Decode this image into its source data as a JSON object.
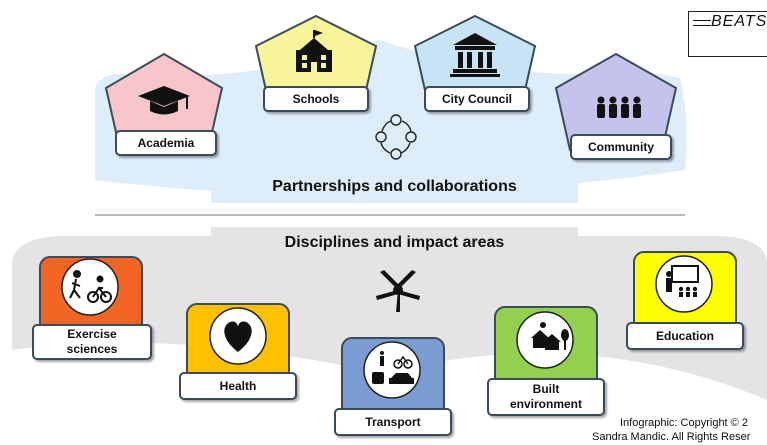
{
  "logo": {
    "text": "BEATS"
  },
  "partners": {
    "academia": "Academia",
    "schools": "Schools",
    "city_council": "City Council",
    "community": "Community"
  },
  "bands": {
    "partnerships": "Partnerships and collaborations",
    "disciplines": "Disciplines and impact areas"
  },
  "areas": {
    "exercise": "Exercise sciences",
    "health": "Health",
    "transport": "Transport",
    "built": "Built environment",
    "education": "Education"
  },
  "copyright": {
    "line1": "Infographic: Copyright © 2",
    "line2": "Sandra Mandic. All Rights Reser"
  },
  "colors": {
    "academia": "#f7c6cb",
    "schools": "#f8f49a",
    "city_council": "#c6e4f6",
    "community": "#c6c2ee",
    "exercise": "#f26522",
    "health": "#ffc000",
    "transport": "#7b9cd2",
    "built": "#92d050",
    "education": "#ffff00",
    "top_arc": "#ddeefa",
    "bottom_arc": "#e4e4e4"
  },
  "icons": [
    "graduation-cap-icon",
    "school-building-icon",
    "city-hall-icon",
    "people-group-icon",
    "cycle-arrows-icon",
    "walk-bike-icon",
    "heart-icon",
    "transport-modes-icon",
    "houses-tree-icon",
    "teacher-board-icon",
    "joined-hands-icon"
  ]
}
